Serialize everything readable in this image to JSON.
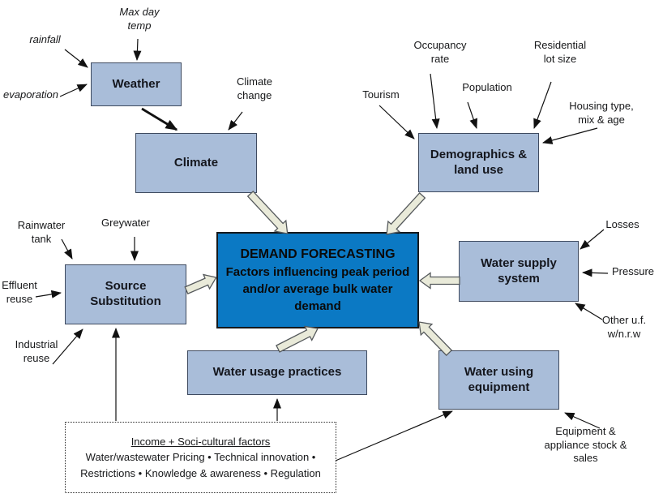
{
  "center_box": {
    "line1": "DEMAND FORECASTING",
    "line2": "Factors influencing peak period and/or average bulk water demand"
  },
  "boxes": {
    "weather": "Weather",
    "climate": "Climate",
    "demographics": "Demographics &\nland use",
    "source_substitution": "Source\nSubstitution",
    "water_supply": "Water supply\nsystem",
    "water_usage": "Water usage practices",
    "water_equipment": "Water using\nequipment"
  },
  "labels": {
    "max_day_temp": "Max day\ntemp",
    "rainfall": "rainfall",
    "evaporation": "evaporation",
    "climate_change": "Climate\nchange",
    "tourism": "Tourism",
    "occupancy_rate": "Occupancy\nrate",
    "population": "Population",
    "residential_lot_size": "Residential\nlot size",
    "housing_type": "Housing type,\nmix & age",
    "rainwater_tank": "Rainwater\ntank",
    "greywater": "Greywater",
    "effluent_reuse": "Effluent\nreuse",
    "industrial_reuse": "Industrial\nreuse",
    "losses": "Losses",
    "pressure": "Pressure",
    "other_uf": "Other u.f.\nw/n.r.w",
    "equipment_stock": "Equipment &\nappliance stock &\nsales"
  },
  "socio_box": {
    "heading": "Income + Soci-cultural factors",
    "line1": "Water/wastewater Pricing • Technical innovation •",
    "line2": "Restrictions • Knowledge & awareness • Regulation"
  },
  "colors": {
    "factor_box_fill": "#a9bdd9",
    "factor_box_border": "#3e4a5f",
    "center_box_fill": "#0b79c4",
    "block_arrow_fill": "#e9ead9",
    "arrow_color": "#111111"
  }
}
